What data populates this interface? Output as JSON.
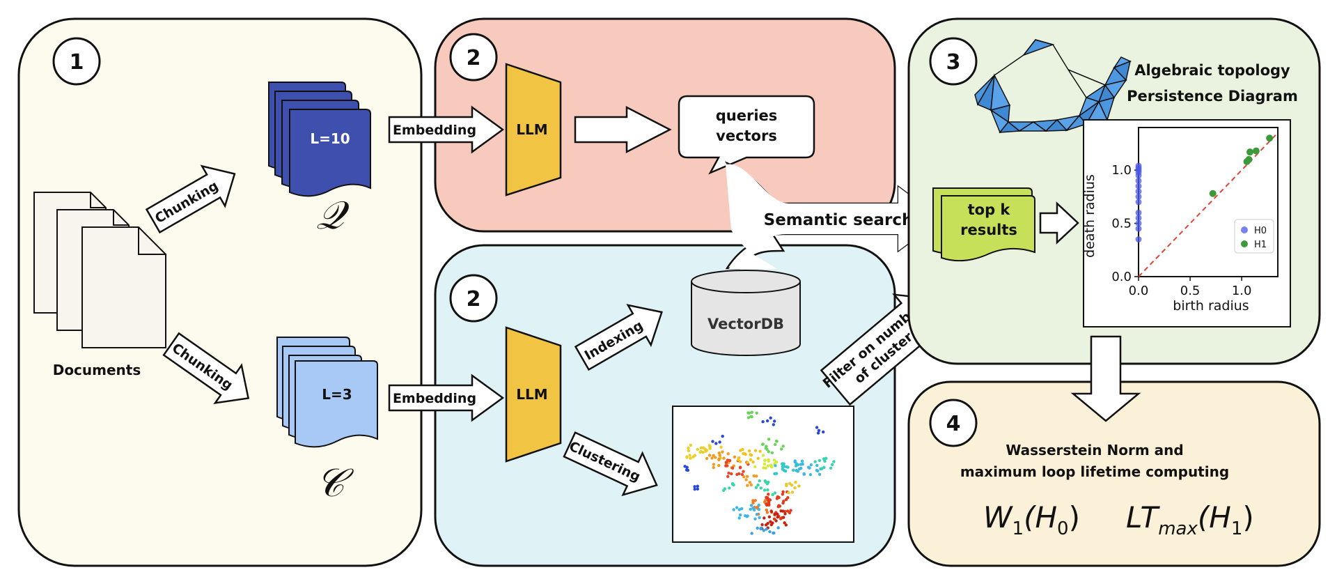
{
  "panel1": {
    "number": "1",
    "documents_label": "Documents",
    "chunking_top": "Chunking",
    "chunking_bottom": "Chunking",
    "query_stack_label": "L=10",
    "chunk_stack_label": "L=3",
    "query_symbol": "𝒬",
    "chunk_symbol": "𝒞"
  },
  "panel2_top": {
    "number": "2",
    "embedding_label": "Embedding",
    "llm_label": "LLM",
    "bubble_line1": "queries",
    "bubble_line2": "vectors"
  },
  "panel2_bottom": {
    "number": "2",
    "embedding_label": "Embedding",
    "llm_label": "LLM",
    "indexing_label": "Indexing",
    "clustering_label": "Clustering",
    "vectordb_label": "VectorDB"
  },
  "semantic_search_label": "Semantic search",
  "filter_line1": "Filter on number",
  "filter_line2": "of cluster",
  "panel3": {
    "number": "3",
    "title_line1": "Algebraic topology",
    "title_line2": "Persistence Diagram",
    "results_line1": "top k",
    "results_line2": "results",
    "plot": {
      "xlabel": "birth radius",
      "ylabel": "death radius",
      "xticks": [
        "0.0",
        "0.5",
        "1.0"
      ],
      "yticks": [
        "0.0",
        "0.5",
        "1.0"
      ],
      "legend": [
        "H0",
        "H1"
      ]
    }
  },
  "panel4": {
    "number": "4",
    "line1": "Wasserstein Norm and",
    "line2": "maximum loop lifetime computing",
    "formula1": "W",
    "formula1_sub": "1",
    "formula1_arg": "(H",
    "formula1_arg_sub": "0",
    "formula1_close": ")",
    "formula2": "LT",
    "formula2_sub": "max",
    "formula2_arg": "(H",
    "formula2_arg_sub": "1",
    "formula2_close": ")"
  },
  "colors": {
    "panel1_bg": "#fdfaee",
    "panel2_top_bg": "#f8cabd",
    "panel2_bottom_bg": "#dff2f5",
    "panel3_bg": "#eaf3df",
    "panel4_bg": "#faf1d8",
    "query_stack": "#3e4fae",
    "chunk_stack": "#a8c8f5",
    "llm": "#f2c444",
    "results": "#c6e05a",
    "mesh": "#4d97e0",
    "h0": "#4b58e6",
    "h1": "#3d9a3a",
    "diagonal": "#e0453a"
  },
  "chart_data": {
    "type": "scatter",
    "xlabel": "birth radius",
    "ylabel": "death radius",
    "xlim": [
      0,
      1.35
    ],
    "ylim": [
      0,
      1.4
    ],
    "series": [
      {
        "name": "H0",
        "points": [
          [
            0,
            0.35
          ],
          [
            0,
            0.45
          ],
          [
            0,
            0.5
          ],
          [
            0,
            0.55
          ],
          [
            0,
            0.6
          ],
          [
            0,
            0.7
          ],
          [
            0,
            0.75
          ],
          [
            0,
            0.8
          ],
          [
            0,
            0.85
          ],
          [
            0,
            0.9
          ],
          [
            0,
            0.95
          ],
          [
            0,
            0.98
          ],
          [
            0,
            1.0
          ],
          [
            0,
            1.02
          ],
          [
            0,
            1.04
          ]
        ]
      },
      {
        "name": "H1",
        "points": [
          [
            0.72,
            0.78
          ],
          [
            1.05,
            1.08
          ],
          [
            1.07,
            1.1
          ],
          [
            1.08,
            1.17
          ],
          [
            1.14,
            1.18
          ],
          [
            1.27,
            1.3
          ]
        ]
      }
    ],
    "diagonal": true
  }
}
